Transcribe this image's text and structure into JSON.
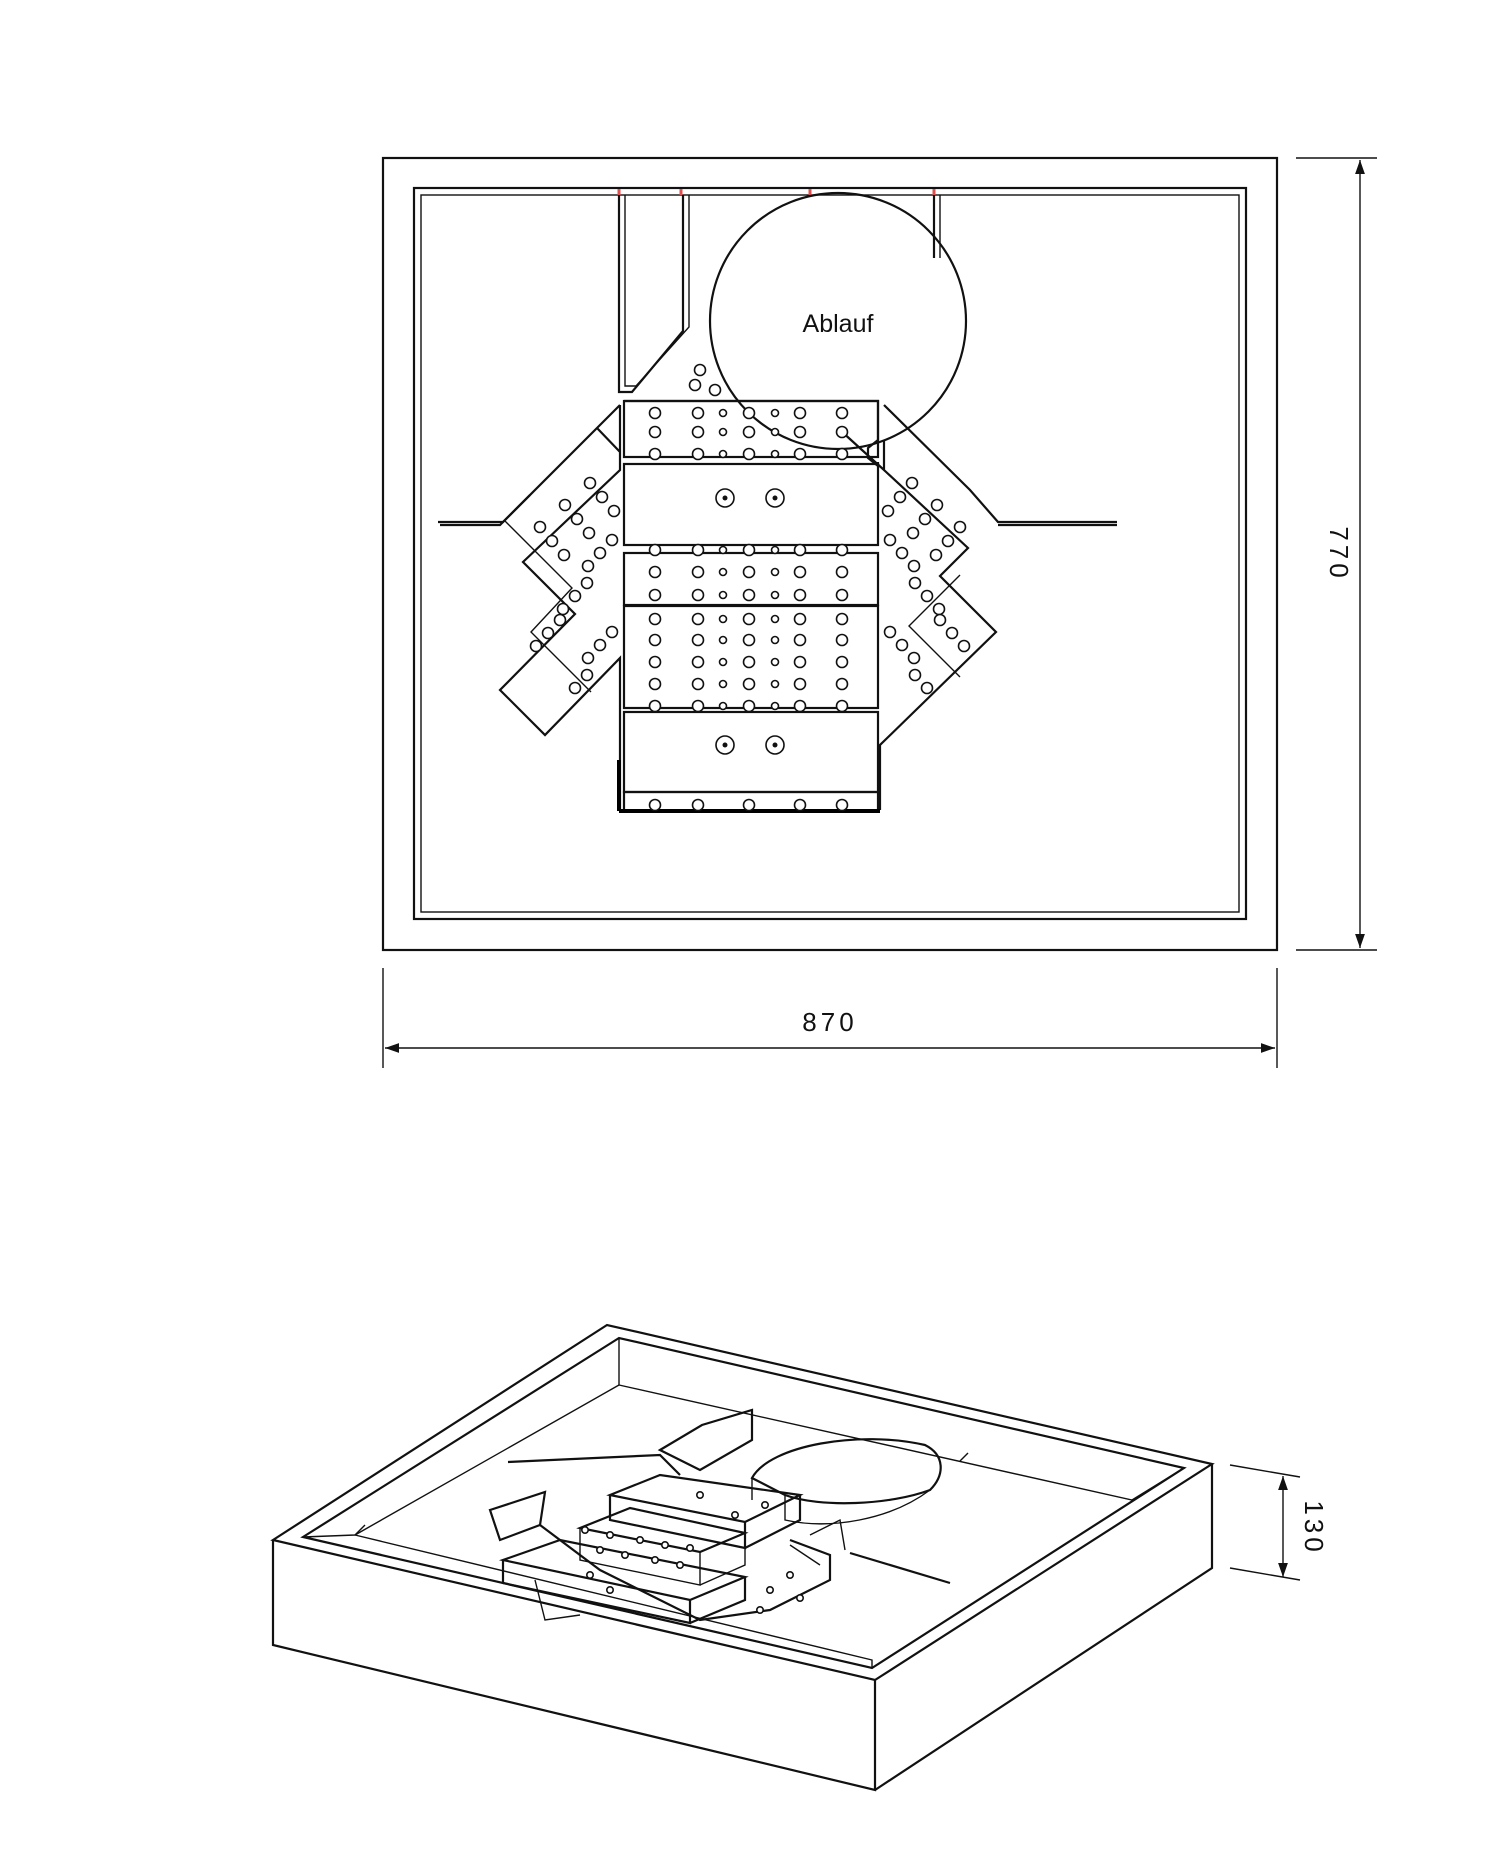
{
  "labels": {
    "drain": "Ablauf",
    "width_dimension": "870",
    "depth_dimension": "770",
    "height_dimension": "130"
  },
  "colors": {
    "line": "#111111",
    "background": "#ffffff",
    "seam_marks": "#e05050"
  },
  "views": {
    "top": "plan-view",
    "iso": "isometric-view"
  }
}
